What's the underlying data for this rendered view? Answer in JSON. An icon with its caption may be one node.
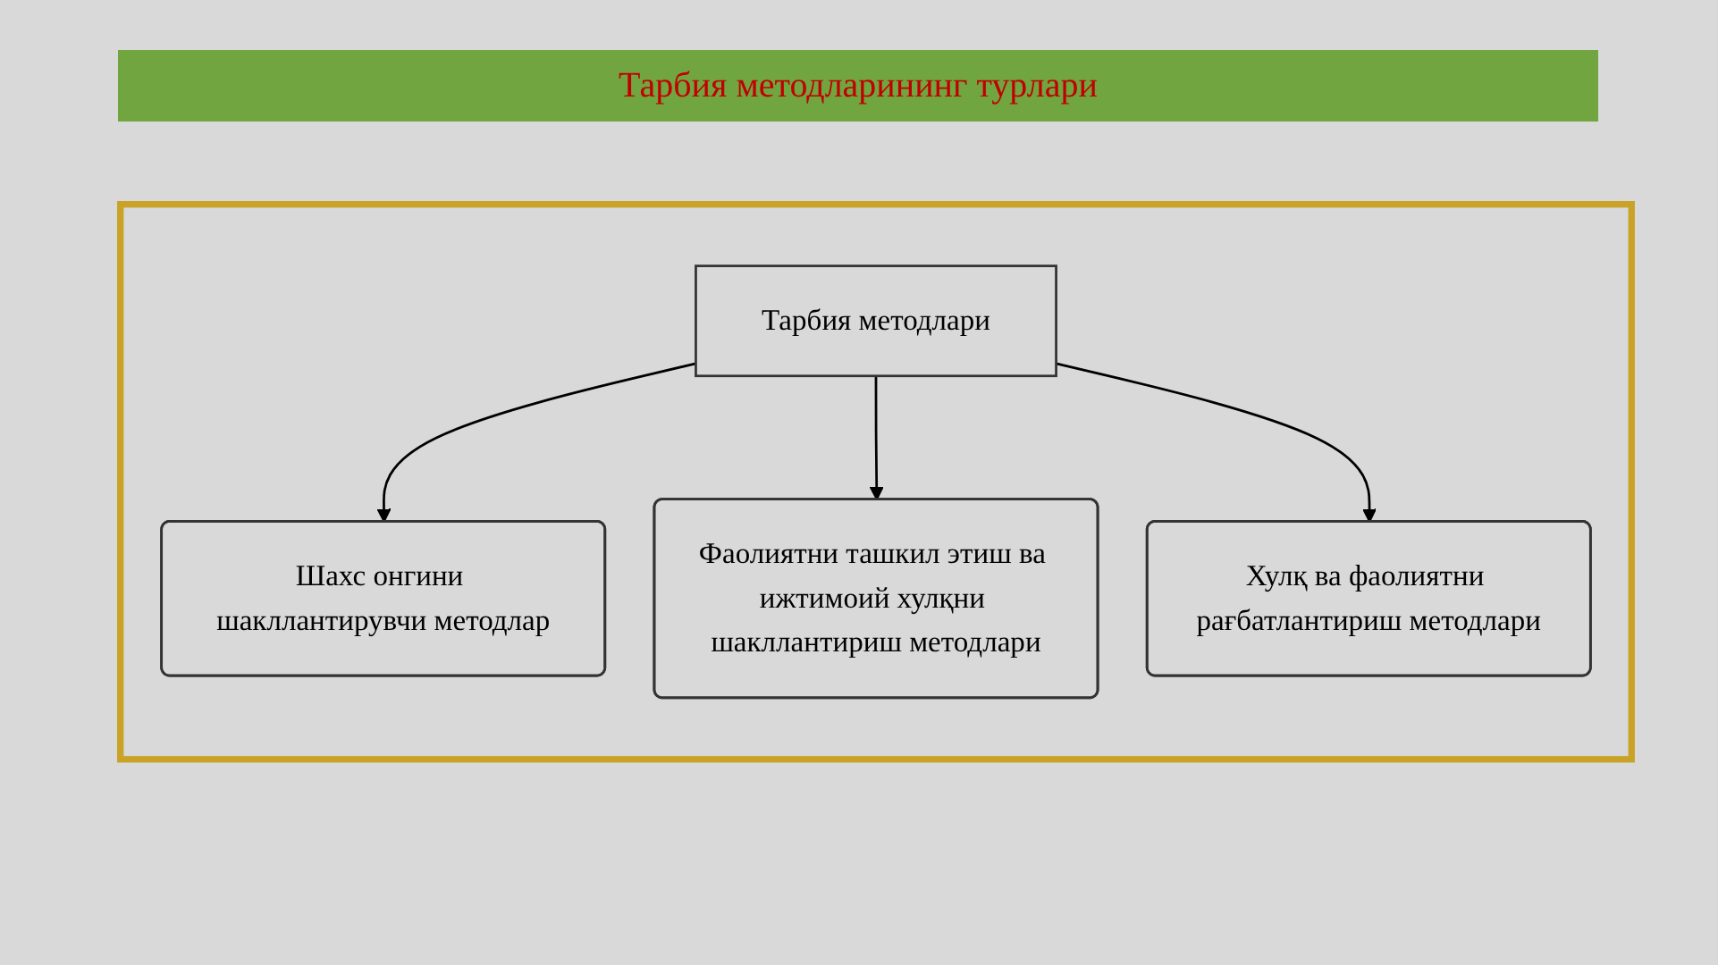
{
  "diagram": {
    "title": "Тарбия методларининг турлари",
    "nodes": [
      {
        "text": [],
        "shape": "box"
      },
      {
        "text": [
          "Тарбия методлари"
        ],
        "in": 0
      },
      {
        "text": [
          "Шахс онгини шакллантирувчи методлар"
        ],
        "in": 0
      },
      {
        "text": [
          "Фаолиятни ташкил этиш ва ижтимоий хулқни шакллантириш методлари"
        ],
        "in": 0
      },
      {
        "text": [
          "Хулқ ва фаолиятни рағбатлантириш методлари"
        ],
        "in": 0
      }
    ],
    "edges": [
      {
        "from": 1,
        "to": 2,
        "arrow": "to"
      },
      {
        "from": 1,
        "to": 3,
        "arrow": "to"
      },
      {
        "from": 1,
        "to": 4,
        "arrow": "to"
      }
    ]
  }
}
